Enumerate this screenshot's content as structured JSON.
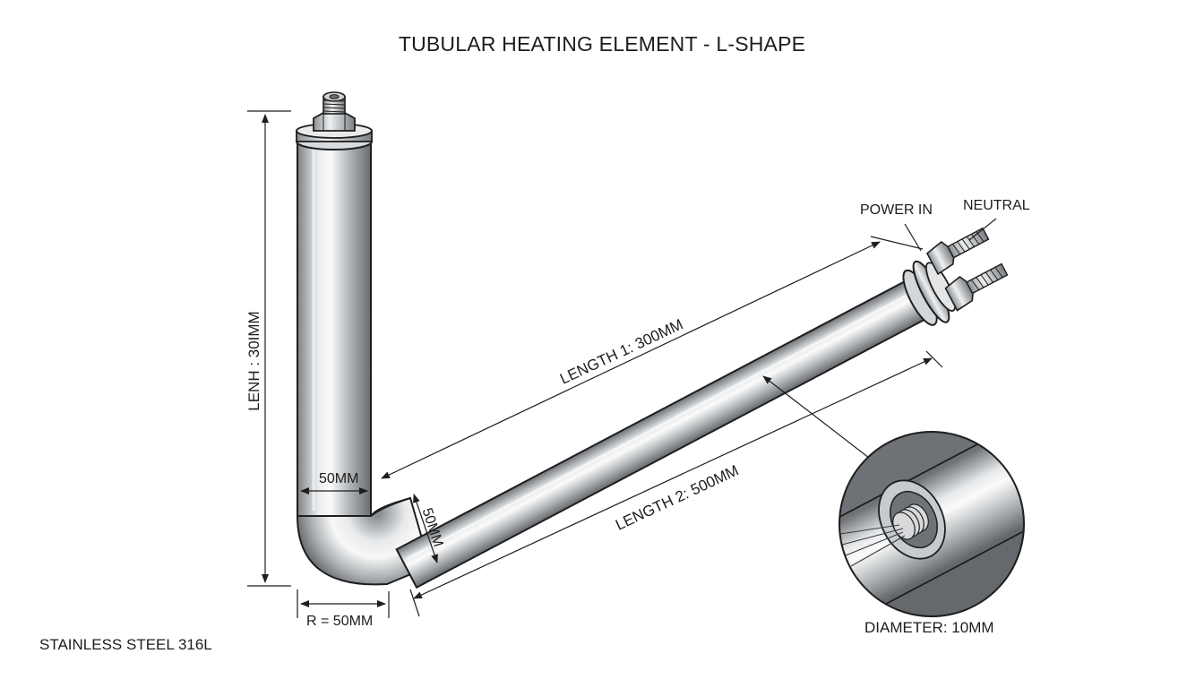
{
  "title": "TUBULAR HEATING ELEMENT - L-SHAPE",
  "labels": {
    "vertical_length": "LENH : 30IMM",
    "length1": "LENGTH 1: 300MM",
    "length2": "LENGTH 2: 500MM",
    "width_top": "50MM",
    "width_diag": "50MM",
    "radius": "R = 50MM",
    "power_in": "POWER IN",
    "neutral": "NEUTRAL",
    "diameter": "DIAMETER: 10MM",
    "material": "STAINLESS STEEL 316L"
  },
  "colors": {
    "line": "#1e1e1e",
    "metal_light": "#f4f5f6",
    "metal_mid": "#b9bcbf",
    "metal_dark": "#6e7276"
  }
}
